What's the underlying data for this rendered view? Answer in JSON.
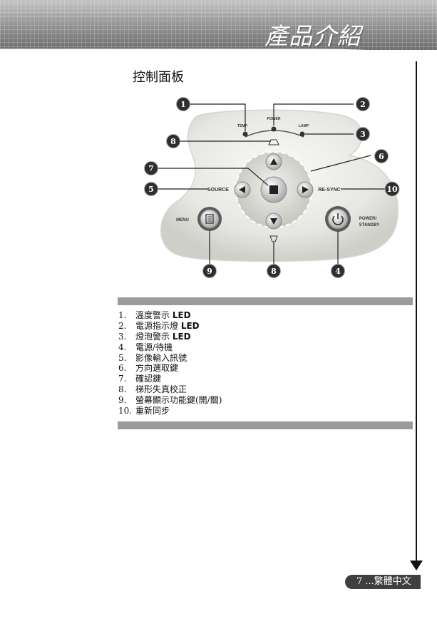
{
  "header": {
    "title": "產品介紹"
  },
  "section": {
    "title": "控制面板"
  },
  "panel": {
    "labels": {
      "temp": "TEMP",
      "power": "POWER",
      "lamp": "LAMP",
      "source": "SOURCE",
      "resync": "RE-SYNC",
      "menu": "MENU",
      "power_standby_1": "POWER/",
      "power_standby_2": "STANDBY"
    },
    "callouts": [
      "1",
      "2",
      "3",
      "8",
      "6",
      "7",
      "5",
      "10",
      "9",
      "8",
      "4"
    ]
  },
  "items": [
    {
      "num": "1.",
      "text": "溫度警示 ",
      "suffix": "LED"
    },
    {
      "num": "2.",
      "text": "電源指示燈 ",
      "suffix": "LED"
    },
    {
      "num": "3.",
      "text": "燈泡警示 ",
      "suffix": "LED"
    },
    {
      "num": "4.",
      "text": "電源/待機",
      "suffix": ""
    },
    {
      "num": "5.",
      "text": "影像輸入訊號",
      "suffix": ""
    },
    {
      "num": "6.",
      "text": "方向選取鍵",
      "suffix": ""
    },
    {
      "num": "7.",
      "text": "確認鍵",
      "suffix": ""
    },
    {
      "num": "8.",
      "text": "梯形失真校正",
      "suffix": ""
    },
    {
      "num": "9.",
      "text": "螢幕顯示功能鍵(開/關)",
      "suffix": ""
    },
    {
      "num": "10.",
      "text": "重新同步",
      "suffix": ""
    }
  ],
  "footer": {
    "page": "7 ...繁體中文"
  },
  "colors": {
    "bar": "#9b9b9b",
    "footer_bg": "#3f3f3f",
    "callout": "#2e2e2e"
  }
}
